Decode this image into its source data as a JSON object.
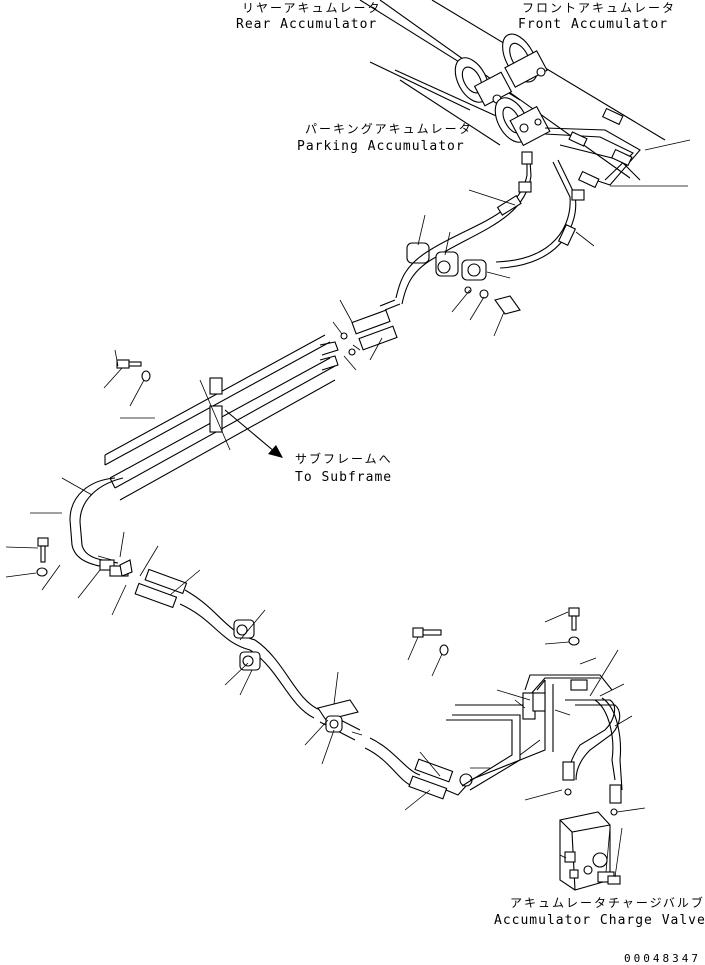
{
  "labels": {
    "rear_accumulator": {
      "jp": "リヤーアキュムレータ",
      "en": "Rear Accumulator"
    },
    "front_accumulator": {
      "jp": "フロントアキュムレータ",
      "en": "Front Accumulator"
    },
    "parking_accumulator": {
      "jp": "パーキングアキュムレータ",
      "en": "Parking Accumulator"
    },
    "to_subframe": {
      "jp": "サブフレームへ",
      "en": "To Subframe"
    },
    "accumulator_charge_valve": {
      "jp": "アキュムレータチャージバルブ",
      "en": "Accumulator Charge Valve"
    }
  },
  "drawing_number": "00048347"
}
